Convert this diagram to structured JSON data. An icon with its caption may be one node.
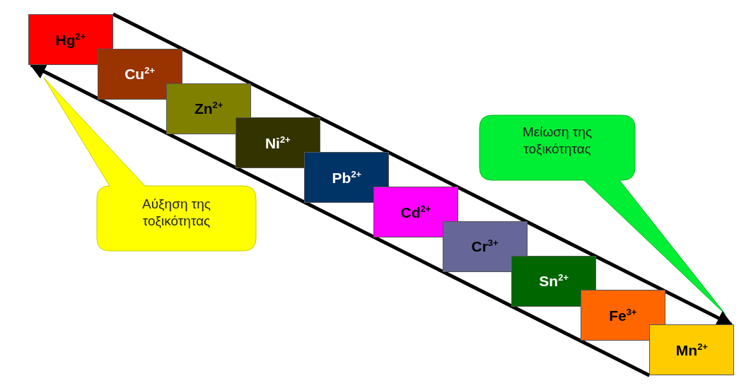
{
  "diagram": {
    "nodes": [
      {
        "text": [
          "Hg$^{2+}$"
        ]
      },
      {
        "text": [
          "Cu$^{2+}$"
        ]
      },
      {
        "text": [
          "Zn$^{2+}$"
        ]
      },
      {
        "text": [
          "Ni$^{2+}$"
        ]
      },
      {
        "text": [
          "Pb$^{2+}$"
        ]
      },
      {
        "text": [
          "Cd$^{2+}$"
        ]
      },
      {
        "text": [
          "Cr$^{3+}$"
        ]
      },
      {
        "text": [
          "Sn$^{2+}$"
        ]
      },
      {
        "text": [
          "Fe$^{3+}$"
        ]
      },
      {
        "text": [
          "Mn$^{2+}$"
        ]
      },
      {
        "text": [
          "Αύξηση της τοξικότητας"
        ]
      },
      {
        "text": [
          "Μείωση της τοξικότητας"
        ]
      }
    ],
    "edges": [
      {
        "from": 0,
        "to": 9,
        "arrow": "to"
      },
      {
        "from": 9,
        "to": 0,
        "arrow": "to"
      }
    ]
  }
}
